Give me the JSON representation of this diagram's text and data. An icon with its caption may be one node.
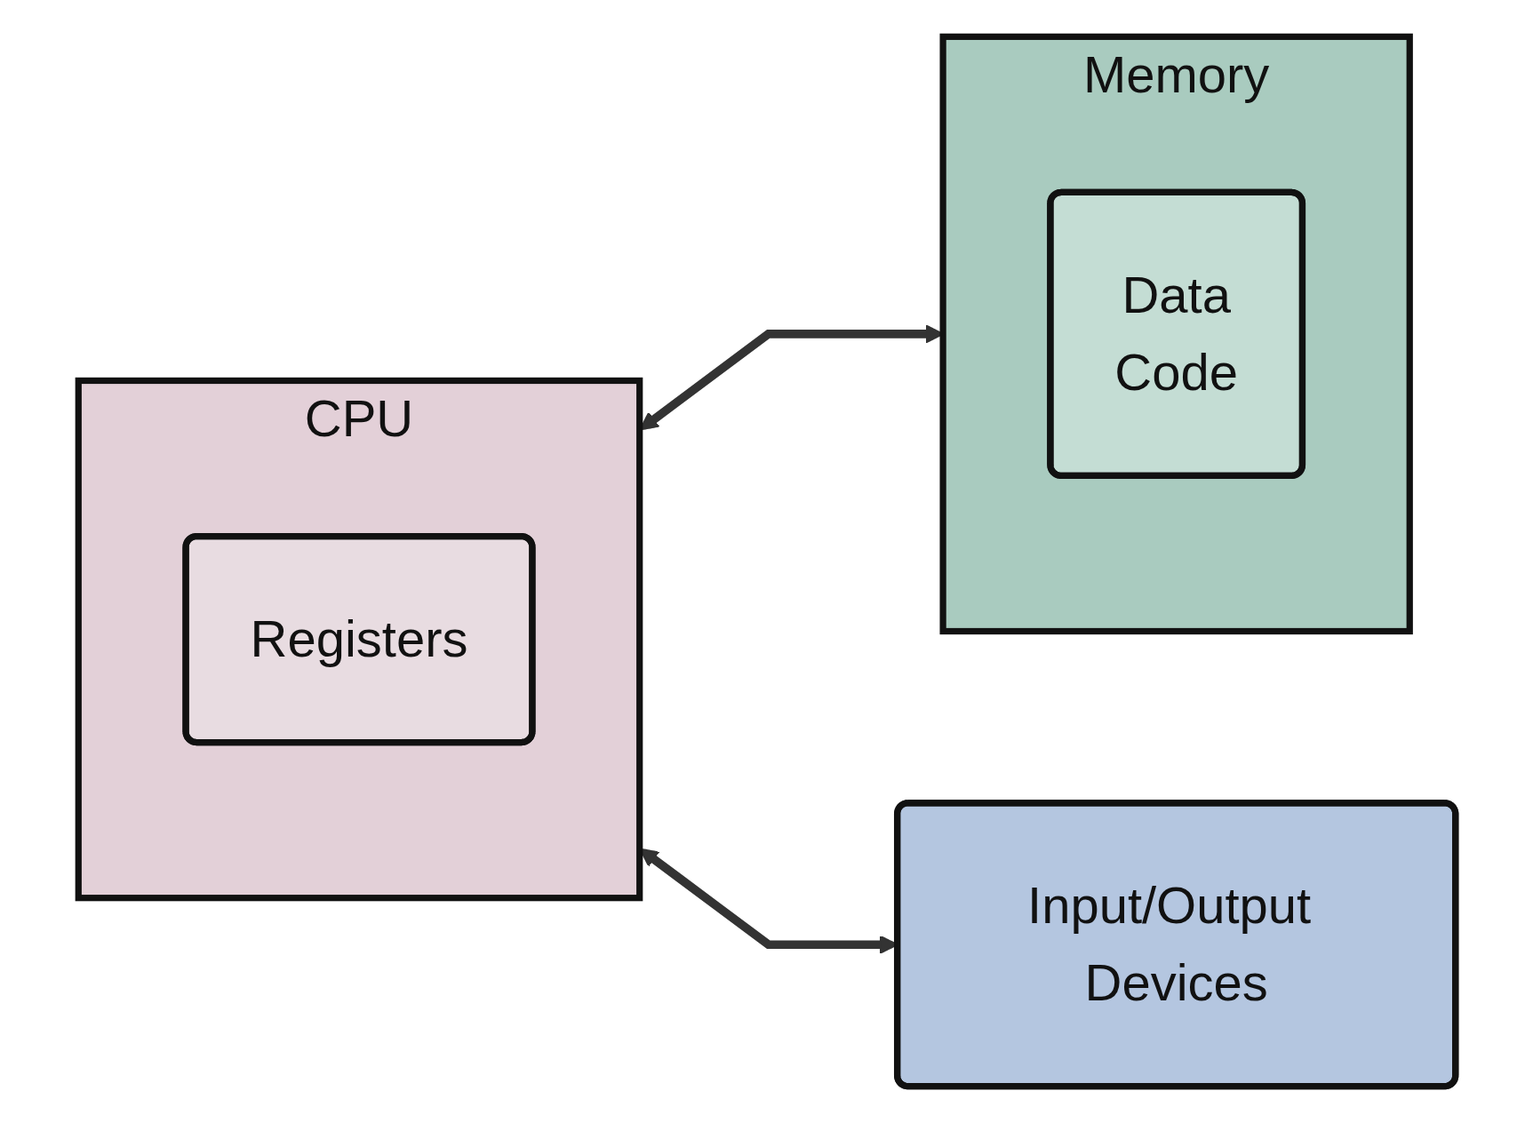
{
  "diagram": {
    "nodes": [
      {
        "text": [
          "CPU"
        ]
      },
      {
        "text": [
          "Registers"
        ],
        "in": 0
      },
      {
        "text": [
          "Memory"
        ]
      },
      {
        "text": [
          "Data",
          "Code"
        ],
        "in": 2
      },
      {
        "text": [
          "Input/Output Devices"
        ]
      }
    ],
    "edges": [
      {
        "from": 0,
        "to": 2,
        "arrow": "both"
      },
      {
        "from": 0,
        "to": 4,
        "arrow": "both"
      }
    ]
  }
}
